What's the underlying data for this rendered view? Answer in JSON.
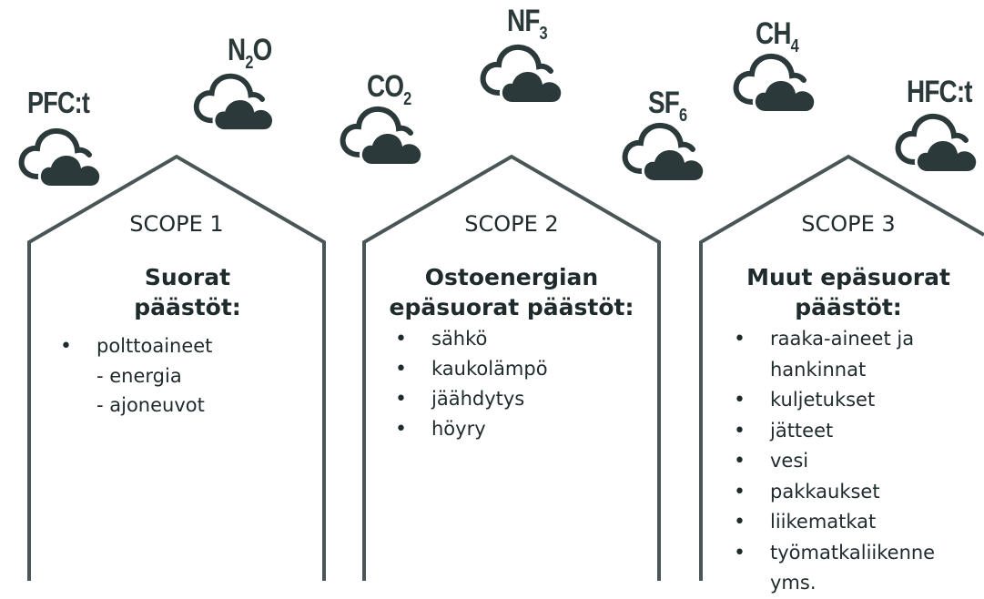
{
  "gases": [
    {
      "base": "PFC:t",
      "subscript": "",
      "after": "",
      "icon": "cloud-icon"
    },
    {
      "base": "N",
      "subscript": "2",
      "after": "O",
      "icon": "cloud-icon"
    },
    {
      "base": "CO",
      "subscript": "2",
      "after": "",
      "icon": "cloud-icon"
    },
    {
      "base": "NF",
      "subscript": "3",
      "after": "",
      "icon": "cloud-icon"
    },
    {
      "base": "SF",
      "subscript": "6",
      "after": "",
      "icon": "cloud-icon"
    },
    {
      "base": "CH",
      "subscript": "4",
      "after": "",
      "icon": "cloud-icon"
    },
    {
      "base": "HFC:t",
      "subscript": "",
      "after": "",
      "icon": "cloud-icon"
    }
  ],
  "scopes": [
    {
      "title": "SCOPE 1",
      "heading": "Suorat\npäästöt:",
      "items": [
        "polttoaineet"
      ],
      "sub_items": [
        "- energia",
        "- ajoneuvot"
      ]
    },
    {
      "title": "SCOPE 2",
      "heading": "Ostoenergian\nepäsuorat päästöt:",
      "items": [
        "sähkö",
        "kaukolämpö",
        "jäähdytys",
        "höyry"
      ],
      "sub_items": []
    },
    {
      "title": "SCOPE 3",
      "heading": "Muut epäsuorat\npäästöt:",
      "items": [
        "raaka-aineet ja\nhankinnat",
        "kuljetukset",
        "jätteet",
        "vesi",
        "pakkaukset",
        "liikematkat",
        "työmatkaliikenne\nyms."
      ],
      "sub_items": []
    }
  ],
  "colors": {
    "outline": "#4a5557",
    "cloud_dark": "#2b393b",
    "text": "#1f2a2c"
  }
}
